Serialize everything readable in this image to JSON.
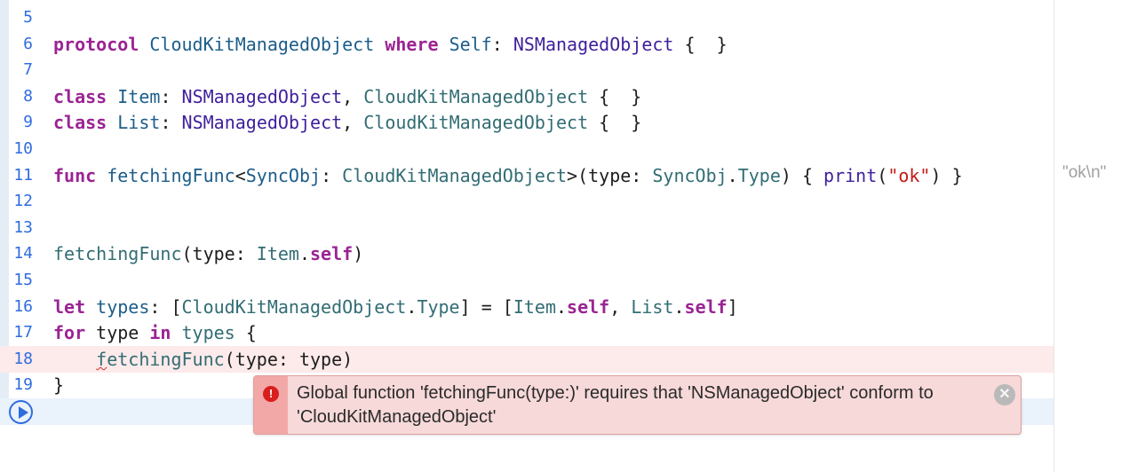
{
  "editor": {
    "lines": [
      {
        "num": "5",
        "tokens": []
      },
      {
        "num": "6",
        "tokens": [
          {
            "t": "protocol",
            "c": "kw"
          },
          {
            "t": " ",
            "c": "pl"
          },
          {
            "t": "CloudKitManagedObject",
            "c": "ty"
          },
          {
            "t": " ",
            "c": "pl"
          },
          {
            "t": "where",
            "c": "kw"
          },
          {
            "t": " ",
            "c": "pl"
          },
          {
            "t": "Self",
            "c": "ty"
          },
          {
            "t": ": ",
            "c": "pl"
          },
          {
            "t": "NSManagedObject",
            "c": "ty2"
          },
          {
            "t": " {  }",
            "c": "pl"
          }
        ]
      },
      {
        "num": "7",
        "tokens": []
      },
      {
        "num": "8",
        "tokens": [
          {
            "t": "class",
            "c": "kw"
          },
          {
            "t": " ",
            "c": "pl"
          },
          {
            "t": "Item",
            "c": "ty"
          },
          {
            "t": ": ",
            "c": "pl"
          },
          {
            "t": "NSManagedObject",
            "c": "ty2"
          },
          {
            "t": ", ",
            "c": "pl"
          },
          {
            "t": "CloudKitManagedObject",
            "c": "fn"
          },
          {
            "t": " {  }",
            "c": "pl"
          }
        ]
      },
      {
        "num": "9",
        "tokens": [
          {
            "t": "class",
            "c": "kw"
          },
          {
            "t": " ",
            "c": "pl"
          },
          {
            "t": "List",
            "c": "ty"
          },
          {
            "t": ": ",
            "c": "pl"
          },
          {
            "t": "NSManagedObject",
            "c": "ty2"
          },
          {
            "t": ", ",
            "c": "pl"
          },
          {
            "t": "CloudKitManagedObject",
            "c": "fn"
          },
          {
            "t": " {  }",
            "c": "pl"
          }
        ]
      },
      {
        "num": "10",
        "tokens": []
      },
      {
        "num": "11",
        "tokens": [
          {
            "t": "func",
            "c": "kw"
          },
          {
            "t": " ",
            "c": "pl"
          },
          {
            "t": "fetchingFunc",
            "c": "ty"
          },
          {
            "t": "<",
            "c": "pl"
          },
          {
            "t": "SyncObj",
            "c": "ty"
          },
          {
            "t": ": ",
            "c": "pl"
          },
          {
            "t": "CloudKitManagedObject",
            "c": "fn"
          },
          {
            "t": ">(type: ",
            "c": "pl"
          },
          {
            "t": "SyncObj",
            "c": "fn"
          },
          {
            "t": ".",
            "c": "pl"
          },
          {
            "t": "Type",
            "c": "fn"
          },
          {
            "t": ") { ",
            "c": "pl"
          },
          {
            "t": "print",
            "c": "ty2"
          },
          {
            "t": "(",
            "c": "pl"
          },
          {
            "t": "\"ok\"",
            "c": "str"
          },
          {
            "t": ") }",
            "c": "pl"
          }
        ]
      },
      {
        "num": "12",
        "tokens": []
      },
      {
        "num": "13",
        "tokens": []
      },
      {
        "num": "14",
        "tokens": [
          {
            "t": "fetchingFunc",
            "c": "fn"
          },
          {
            "t": "(type: ",
            "c": "pl"
          },
          {
            "t": "Item",
            "c": "fn"
          },
          {
            "t": ".",
            "c": "pl"
          },
          {
            "t": "self",
            "c": "kw"
          },
          {
            "t": ")",
            "c": "pl"
          }
        ]
      },
      {
        "num": "15",
        "tokens": []
      },
      {
        "num": "16",
        "tokens": [
          {
            "t": "let",
            "c": "kw"
          },
          {
            "t": " ",
            "c": "pl"
          },
          {
            "t": "types",
            "c": "ty"
          },
          {
            "t": ": [",
            "c": "pl"
          },
          {
            "t": "CloudKitManagedObject",
            "c": "fn"
          },
          {
            "t": ".",
            "c": "pl"
          },
          {
            "t": "Type",
            "c": "fn"
          },
          {
            "t": "] = [",
            "c": "pl"
          },
          {
            "t": "Item",
            "c": "fn"
          },
          {
            "t": ".",
            "c": "pl"
          },
          {
            "t": "self",
            "c": "kw"
          },
          {
            "t": ", ",
            "c": "pl"
          },
          {
            "t": "List",
            "c": "fn"
          },
          {
            "t": ".",
            "c": "pl"
          },
          {
            "t": "self",
            "c": "kw"
          },
          {
            "t": "]",
            "c": "pl"
          }
        ]
      },
      {
        "num": "17",
        "tokens": [
          {
            "t": "for",
            "c": "kw"
          },
          {
            "t": " type ",
            "c": "pl"
          },
          {
            "t": "in",
            "c": "kw"
          },
          {
            "t": " ",
            "c": "pl"
          },
          {
            "t": "types",
            "c": "fn"
          },
          {
            "t": " {",
            "c": "pl"
          }
        ]
      },
      {
        "num": "18",
        "error": true,
        "tokens": [
          {
            "t": "    ",
            "c": "pl"
          },
          {
            "t": "f",
            "c": "fn",
            "squiggle": true
          },
          {
            "t": "etchingFunc",
            "c": "fn"
          },
          {
            "t": "(type: type)",
            "c": "pl"
          }
        ]
      },
      {
        "num": "19",
        "tokens": [
          {
            "t": "}",
            "c": "pl"
          }
        ]
      },
      {
        "num": "",
        "run": true,
        "tokens": []
      }
    ]
  },
  "results": {
    "line11_output": "\"ok\\n\""
  },
  "error_popup": {
    "icon_glyph": "!",
    "message": "Global function 'fetchingFunc(type:)' requires that 'NSManagedObject' conform to 'CloudKitManagedObject'",
    "close_glyph": "✕"
  }
}
